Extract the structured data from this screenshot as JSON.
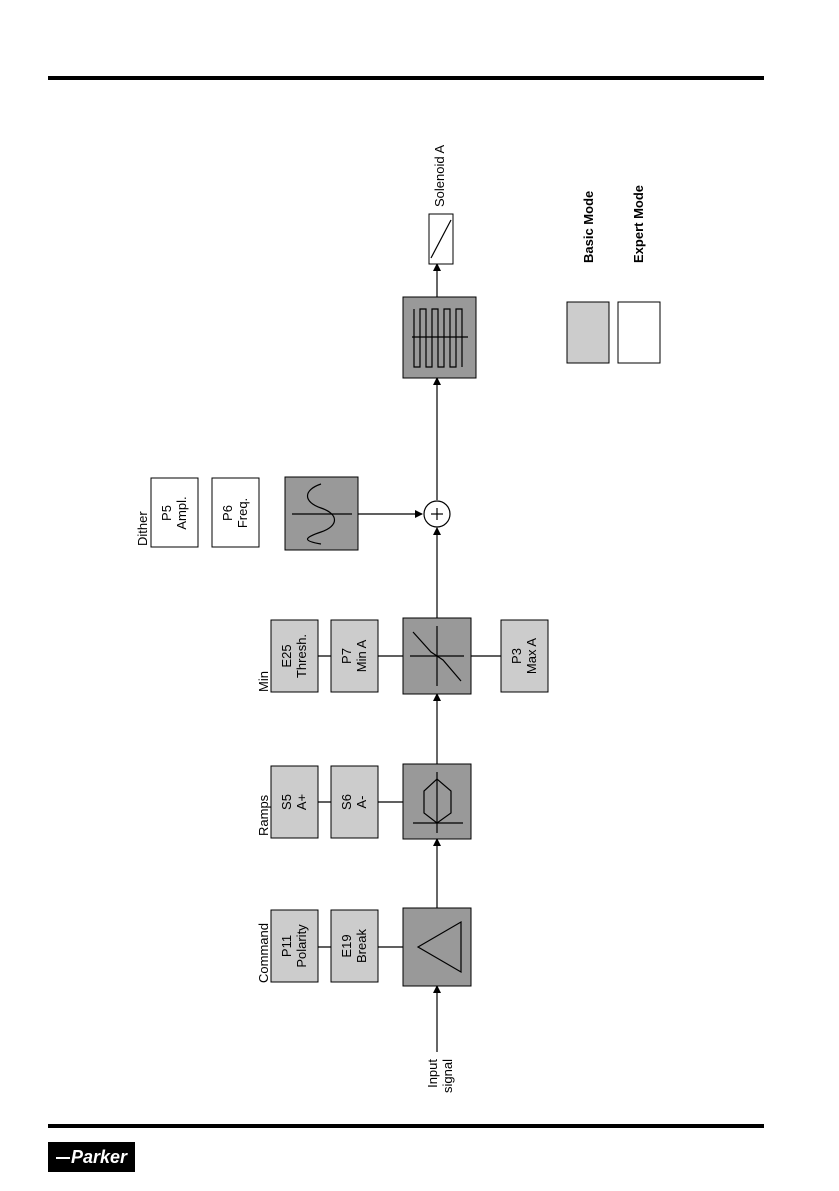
{
  "groups": {
    "command": "Command",
    "ramps": "Ramps",
    "min": "Min",
    "dither": "Dither"
  },
  "params": {
    "p11": [
      "P11",
      "Polarity"
    ],
    "e19": [
      "E19",
      "Break"
    ],
    "s5": [
      "S5",
      "A+"
    ],
    "s6": [
      "S6",
      "A-"
    ],
    "e25": [
      "E25",
      "Thresh."
    ],
    "p7": [
      "P7",
      "Min A"
    ],
    "p3": [
      "P3",
      "Max A"
    ],
    "p5": [
      "P5",
      "Ampl."
    ],
    "p6": [
      "P6",
      "Freq."
    ]
  },
  "labels": {
    "input": [
      "Input",
      "signal"
    ],
    "solenoid": "Solenoid A",
    "basic_mode": "Basic Mode",
    "expert_mode": "Expert Mode"
  },
  "colors": {
    "basic": "#cccccc",
    "block": "#999999",
    "expert": "#ffffff"
  },
  "logo": {
    "text": "Parker",
    "icon": "parker-logo"
  }
}
